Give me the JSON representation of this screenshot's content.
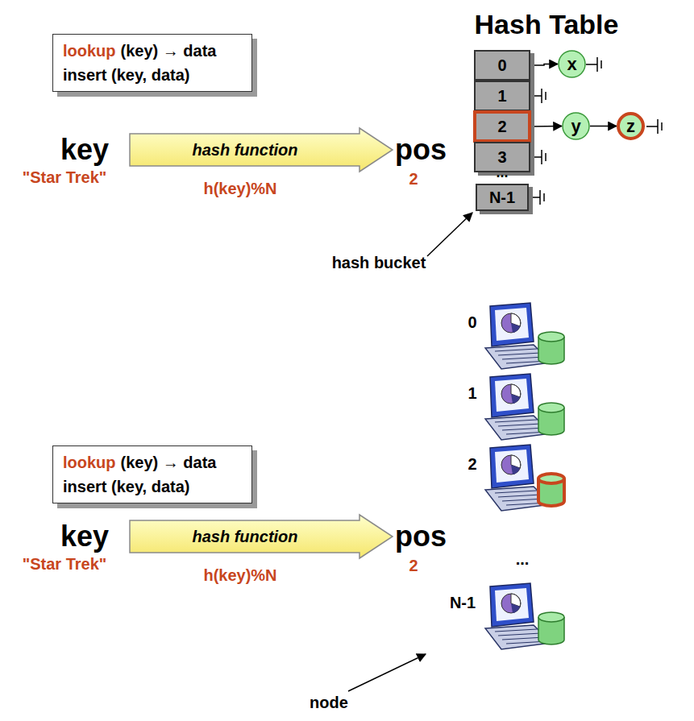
{
  "diagram": {
    "title": "Hash Table",
    "nodes": [
      {
        "text": [
          "lookup",
          "(key) → data",
          "insert (key, data)"
        ]
      },
      {
        "text": [
          "hash function"
        ]
      },
      {
        "text": [
          "0"
        ]
      },
      {
        "text": [
          "1"
        ]
      },
      {
        "text": [
          "2"
        ]
      },
      {
        "text": [
          "3"
        ]
      },
      {
        "text": [
          "N-1"
        ]
      },
      {
        "text": [
          "x"
        ]
      },
      {
        "text": [
          "y"
        ]
      },
      {
        "text": [
          "z"
        ]
      },
      {
        "text": [
          "lookup",
          "(key) → data",
          "insert (key, data)"
        ]
      },
      {
        "text": [
          "hash function"
        ]
      }
    ],
    "edges": [
      {
        "from": 2,
        "to": 7,
        "arrow": "to"
      },
      {
        "from": 4,
        "to": 8,
        "arrow": "to"
      },
      {
        "from": 8,
        "to": 9,
        "arrow": "to"
      }
    ],
    "labels": [
      "key",
      "\"Star Trek\"",
      "h(key)%N",
      "pos",
      "2",
      "...",
      "hash bucket",
      "0",
      "1",
      "2",
      "...",
      "N-1",
      "node",
      "key",
      "\"Star Trek\"",
      "h(key)%N",
      "pos",
      "2"
    ]
  }
}
